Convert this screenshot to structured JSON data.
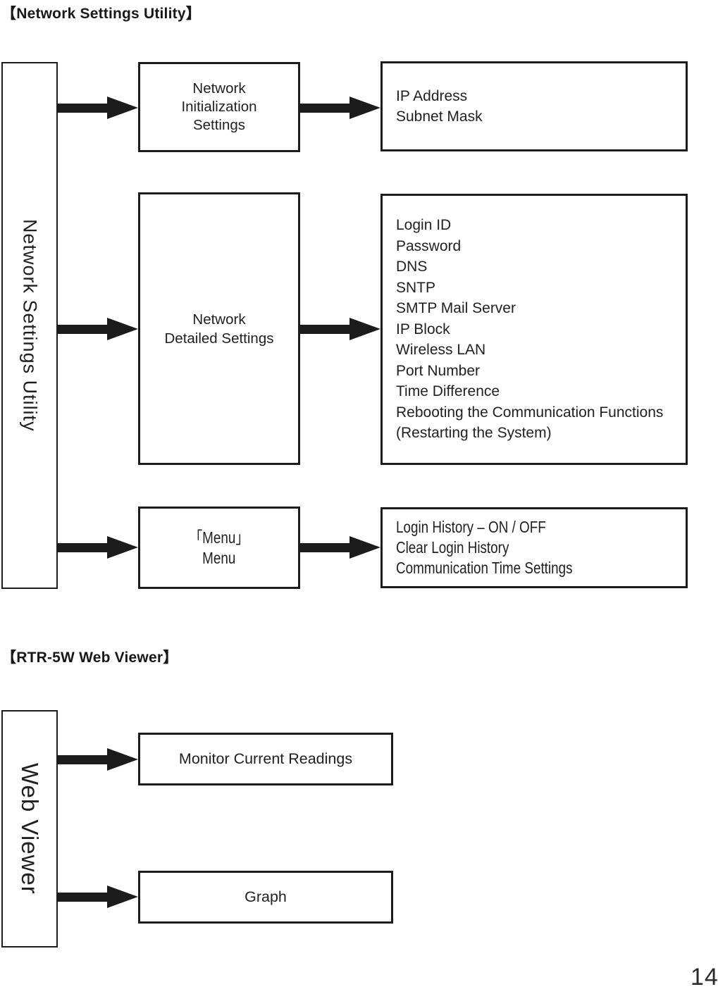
{
  "colors": {
    "ink": "#1c1c1c",
    "background": "#ffffff"
  },
  "page_number": "14",
  "section1": {
    "title": "【Network Settings Utility】",
    "source_label": "Network Settings Utility",
    "row1_menu": [
      "Network",
      "Initialization",
      "Settings"
    ],
    "row1_items": [
      "IP Address",
      "Subnet Mask"
    ],
    "row2_menu": [
      "Network",
      "Detailed Settings"
    ],
    "row2_items": [
      "Login ID",
      "Password",
      "DNS",
      "SNTP",
      "SMTP Mail Server",
      "IP Block",
      "Wireless LAN",
      "Port Number",
      "Time Difference",
      "Rebooting the Communication Functions",
      "(Restarting the System)"
    ],
    "row3_menu": [
      "「Menu」",
      "Menu"
    ],
    "row3_items": [
      "Login History – ON / OFF",
      "Clear Login History",
      "Communication Time Settings"
    ]
  },
  "section2": {
    "title": "【RTR-5W Web Viewer】",
    "source_label": "Web Viewer",
    "row1_menu": [
      "Monitor Current Readings"
    ],
    "row2_menu": [
      "Graph"
    ]
  }
}
